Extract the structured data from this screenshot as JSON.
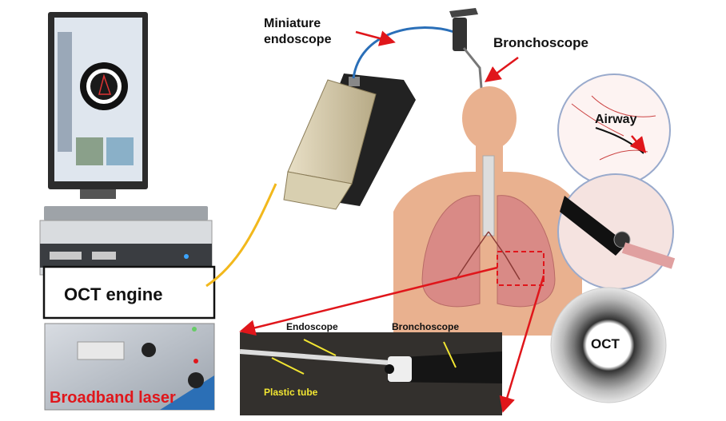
{
  "labels": {
    "miniature_endoscope": [
      "Miniature",
      "endoscope"
    ],
    "bronchoscope": "Bronchoscope",
    "airway": "Airway",
    "oct_engine": "OCT engine",
    "broadband_laser": "Broadband laser",
    "oct_image": "OCT",
    "photo_endoscope": "Endoscope",
    "photo_bronchoscope": "Bronchoscope",
    "photo_plastic_tube": "Plastic tube"
  },
  "colors": {
    "arrow_red": "#e0161b",
    "fiber_blue": "#2a6fb8",
    "fiber_yellow": "#f2b81c",
    "laser_text_red": "#e0161b",
    "photo_label_yellow": "#f2e632",
    "lung_pink": "#d98a86",
    "skin": "#e9b18f"
  },
  "icons": [
    "monitor-icon",
    "computer-tower-icon",
    "laser-box-icon",
    "probe-handheld-icon",
    "bronchoscope-handle-icon",
    "human-torso-icon",
    "lungs-icon",
    "airway-zoom-icon",
    "oct-ring-image",
    "endoscope-photo"
  ]
}
